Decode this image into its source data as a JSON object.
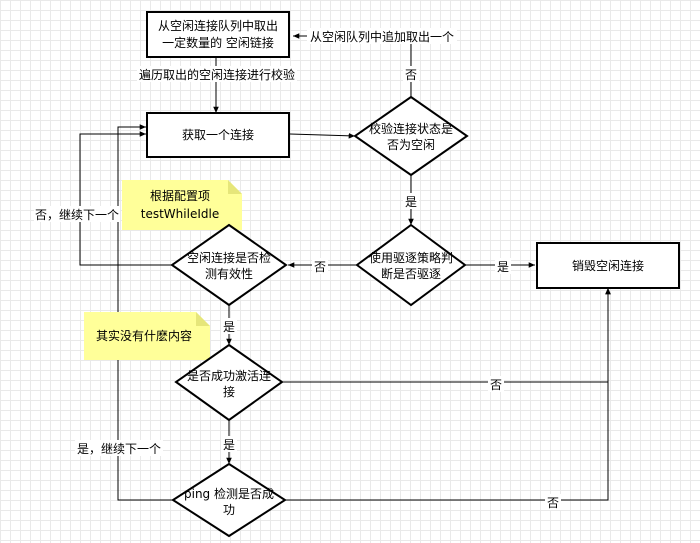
{
  "nodes": {
    "take_idle": [
      "从空闲连接队列中取出",
      "一定数量的 空闲链接"
    ],
    "get_conn": [
      "获取一个连接"
    ],
    "check_idle": [
      "校验连接状态是",
      "否为空闲"
    ],
    "evict_policy": [
      "使用驱逐策略判",
      "断是否驱逐"
    ],
    "destroy": [
      "销毁空闲连接"
    ],
    "check_valid": [
      "空闲连接是否检",
      "测有效性"
    ],
    "activate": [
      "是否成功激活连",
      "接"
    ],
    "ping": [
      "ping 检测是否成",
      "功"
    ]
  },
  "notes": {
    "config": [
      "根据配置项",
      "testWhileIdle"
    ],
    "nothing": [
      "其实没有什麽内容"
    ]
  },
  "labels": {
    "append_one": "从空闲队列中追加取出一个",
    "traverse": "遍历取出的空闲连接进行校验",
    "no_top": "否",
    "yes_evict": "是",
    "no_evict": "否",
    "yes_destroy": "是",
    "no_next": "否，继续下一个",
    "yes_valid": "是",
    "no_activate": "否",
    "yes_activate": "是",
    "yes_next": "是，继续下一个",
    "no_ping": "否"
  }
}
